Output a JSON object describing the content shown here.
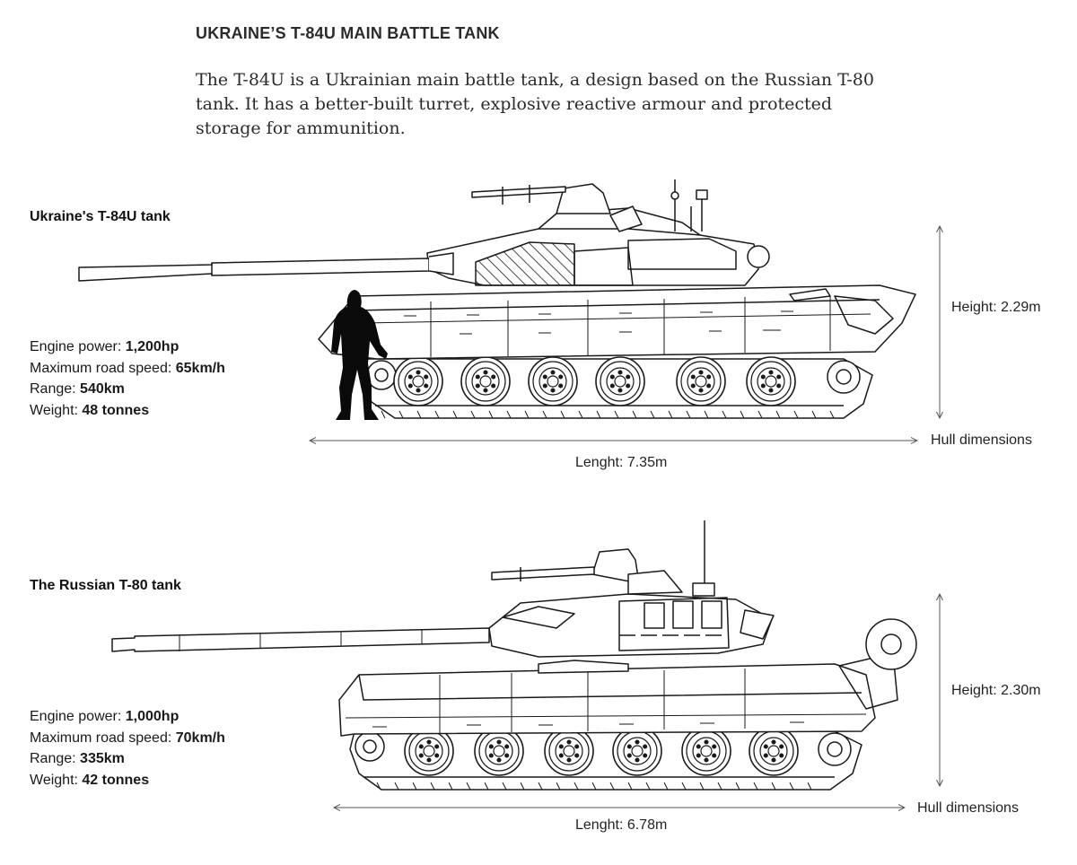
{
  "title": "UKRAINE’S T-84U MAIN BATTLE TANK",
  "intro": "The T-84U is a Ukrainian main battle tank, a design based on the Russian T-80 tank. It has a better-built turret, explosive reactive armour and protected storage for ammunition.",
  "tanks": [
    {
      "heading": "Ukraine's T-84U tank",
      "specs": [
        {
          "label": "Engine power:",
          "value": "1,200hp"
        },
        {
          "label": "Maximum road speed:",
          "value": "65km/h"
        },
        {
          "label": "Range:",
          "value": "540km"
        },
        {
          "label": "Weight:",
          "value": "48 tonnes"
        }
      ],
      "height": "Height: 2.29m",
      "length": "Lenght: 7.35m",
      "hull": "Hull dimensions"
    },
    {
      "heading": "The Russian T-80 tank",
      "specs": [
        {
          "label": "Engine power:",
          "value": "1,000hp"
        },
        {
          "label": "Maximum road speed:",
          "value": "70km/h"
        },
        {
          "label": "Range:",
          "value": "335km"
        },
        {
          "label": "Weight:",
          "value": "42 tonnes"
        }
      ],
      "height": "Height: 2.30m",
      "length": "Lenght: 6.78m",
      "hull": "Hull dimensions"
    }
  ],
  "colors": {
    "line": "#1a1a1a",
    "arrow": "#555555",
    "silhouette": "#0a0a0a"
  }
}
